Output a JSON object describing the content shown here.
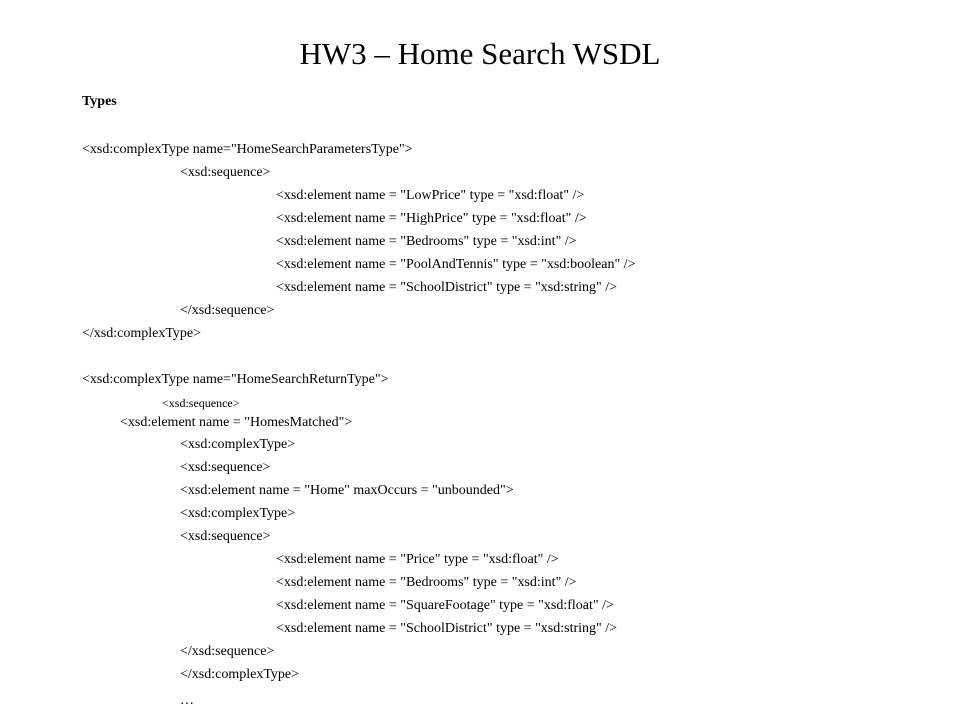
{
  "slide": {
    "title": "HW3 – Home Search WSDL",
    "section_label": "Types"
  },
  "code": [
    "<xsd:complexType name=\"HomeSearchParametersType\">",
    "<xsd:sequence>",
    "<xsd:element name = \"LowPrice\" type = \"xsd:float\" />",
    "<xsd:element name = \"HighPrice\" type = \"xsd:float\" />",
    "<xsd:element name = \"Bedrooms\" type = \"xsd:int\" />",
    "<xsd:element name = \"PoolAndTennis\" type = \"xsd:boolean\" />",
    "<xsd:element name = \"SchoolDistrict\" type = \"xsd:string\" />",
    "</xsd:sequence>",
    "</xsd:complexType>",
    "<xsd:complexType name=\"HomeSearchReturnType\">",
    "<xsd:sequence>",
    "<xsd:element name = \"HomesMatched\">",
    "<xsd:complexType>",
    "<xsd:sequence>",
    "<xsd:element name = \"Home\" maxOccurs = \"unbounded\">",
    "<xsd:complexType>",
    "<xsd:sequence>",
    "<xsd:element name = \"Price\" type = \"xsd:float\" />",
    "<xsd:element name = \"Bedrooms\" type = \"xsd:int\" />",
    "<xsd:element name = \"SquareFootage\" type = \"xsd:float\" />",
    "<xsd:element name = \"SchoolDistrict\" type = \"xsd:string\" />",
    "</xsd:sequence>",
    "</xsd:complexType>",
    "…"
  ]
}
